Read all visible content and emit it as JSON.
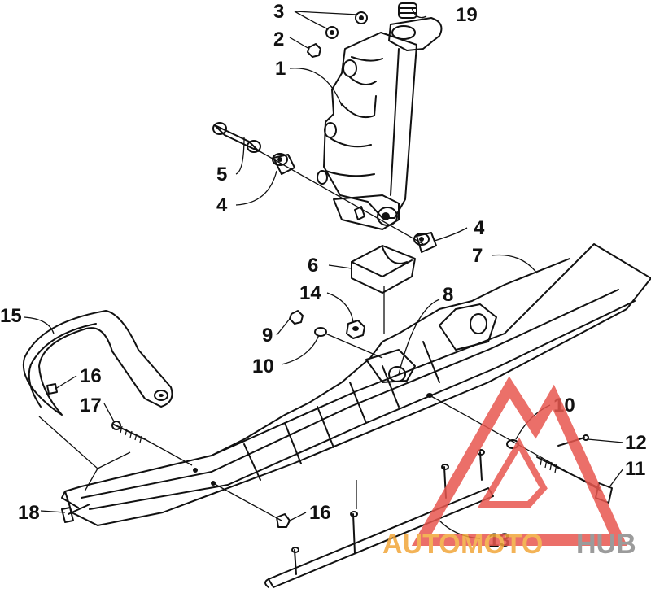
{
  "diagram": {
    "callouts": [
      {
        "id": "c3",
        "text": "3"
      },
      {
        "id": "c19",
        "text": "19"
      },
      {
        "id": "c2",
        "text": "2"
      },
      {
        "id": "c1",
        "text": "1"
      },
      {
        "id": "c5",
        "text": "5"
      },
      {
        "id": "c4a",
        "text": "4"
      },
      {
        "id": "c4b",
        "text": "4"
      },
      {
        "id": "c6",
        "text": "6"
      },
      {
        "id": "c7",
        "text": "7"
      },
      {
        "id": "c14",
        "text": "14"
      },
      {
        "id": "c8",
        "text": "8"
      },
      {
        "id": "c15",
        "text": "15"
      },
      {
        "id": "c9",
        "text": "9"
      },
      {
        "id": "c10a",
        "text": "10"
      },
      {
        "id": "c16a",
        "text": "16"
      },
      {
        "id": "c17",
        "text": "17"
      },
      {
        "id": "c10b",
        "text": "10"
      },
      {
        "id": "c12",
        "text": "12"
      },
      {
        "id": "c11",
        "text": "11"
      },
      {
        "id": "c18",
        "text": "18"
      },
      {
        "id": "c16b",
        "text": "16"
      },
      {
        "id": "c13",
        "text": "13"
      }
    ]
  },
  "watermark": {
    "part1": "AUTO",
    "part2": "MOTO",
    "part3": "HUB",
    "colors": {
      "red": "#e8574f",
      "orange": "#f2a63a",
      "gray": "#8a8a8a"
    }
  }
}
